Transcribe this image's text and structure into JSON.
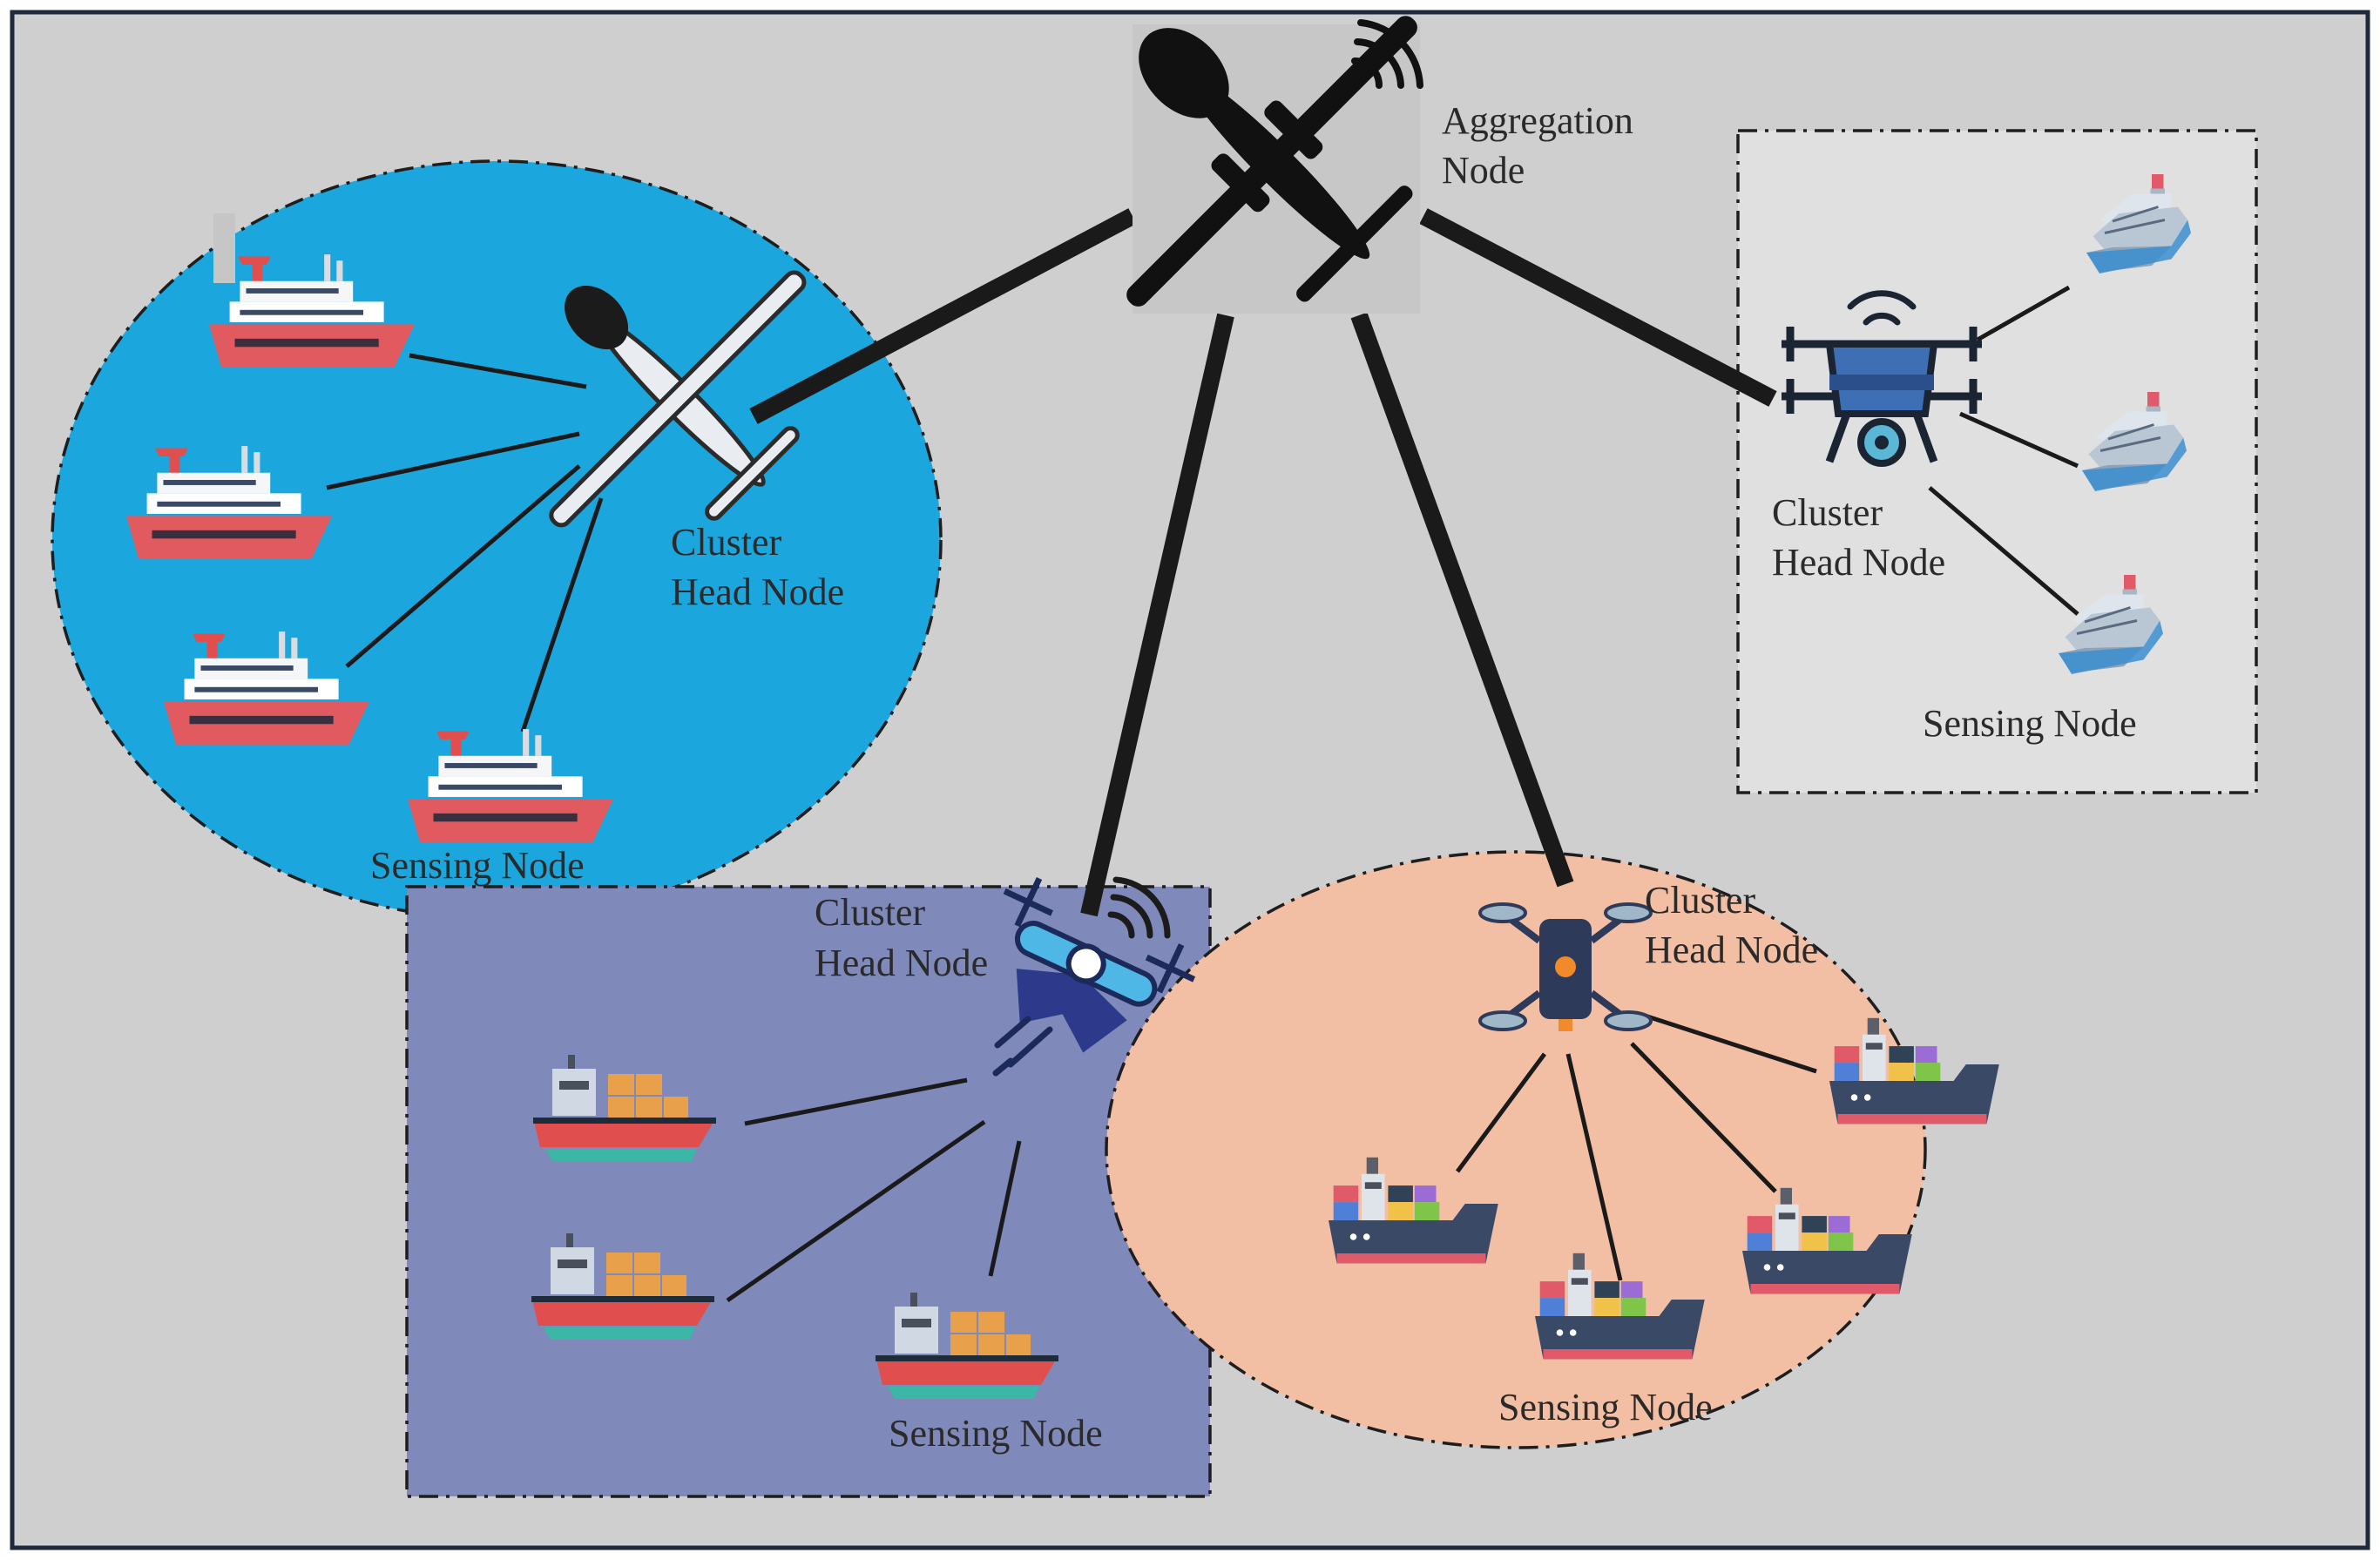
{
  "aggregation": {
    "line1": "Aggregation",
    "line2": "Node"
  },
  "clusters": [
    {
      "id": "blue-ellipse",
      "fill": "#1ba7dd",
      "head_line1": "Cluster",
      "head_line2": "Head Node",
      "sensing": "Sensing Node",
      "head_icon": "surveillance-plane-icon",
      "ship_icon": "cruise-ship-icon"
    },
    {
      "id": "purple-rect",
      "fill": "#7f89ba",
      "head_line1": "Cluster",
      "head_line2": "Head Node",
      "sensing": "Sensing Node",
      "head_icon": "helicopter-drone-icon",
      "ship_icon": "cargo-ship-icon"
    },
    {
      "id": "peach-ellipse",
      "fill": "#f2bfa5",
      "head_line1": "Cluster",
      "head_line2": "Head Node",
      "sensing": "Sensing Node",
      "head_icon": "quadcopter-drone-icon",
      "ship_icon": "container-ship-icon"
    },
    {
      "id": "grey-rect",
      "fill": "#e0e0e0",
      "head_line1": "Cluster",
      "head_line2": "Head Node",
      "sensing": "Sensing Node",
      "head_icon": "quadcopter-camera-drone-icon",
      "ship_icon": "cruise-liner-icon"
    }
  ],
  "colors": {
    "background": "#cfcfd0",
    "frame": "#1e2a3a",
    "link": "#1a1a1a"
  }
}
